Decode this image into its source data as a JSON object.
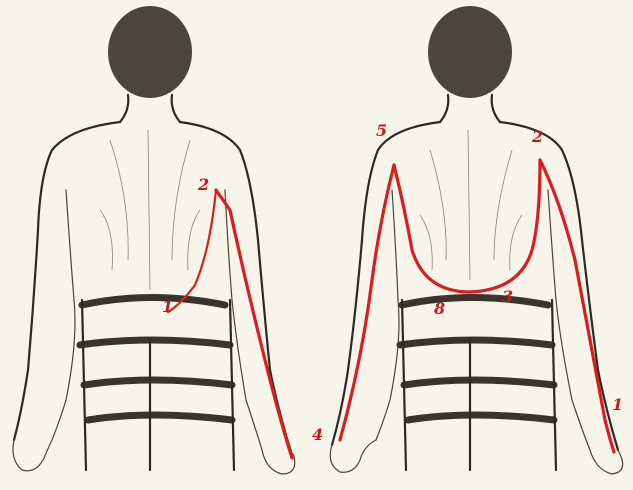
{
  "figure": {
    "left_markers": [
      "2",
      "1"
    ],
    "right_markers": [
      "5",
      "2",
      "3",
      "8",
      "4",
      "1"
    ]
  },
  "colors": {
    "paper": "#f7f4ea",
    "ink": "#2e2a22",
    "marking_line": "#d81e1e"
  }
}
